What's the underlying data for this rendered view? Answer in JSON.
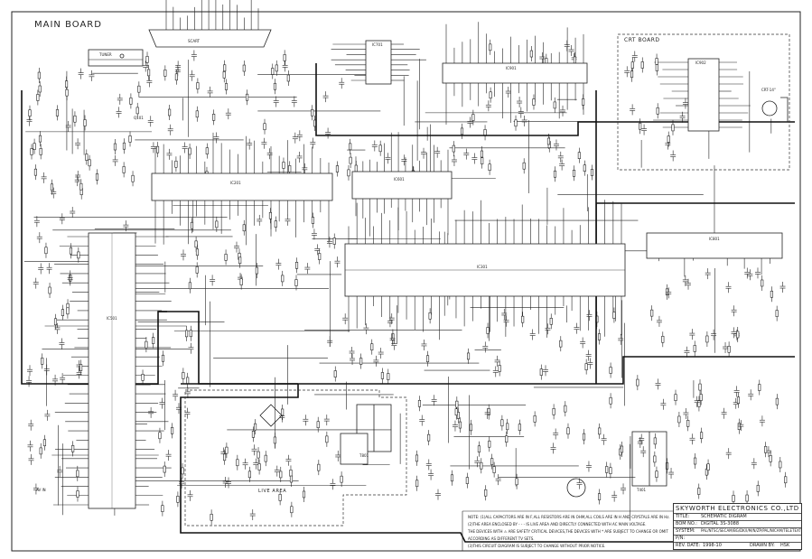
{
  "sheet": {
    "main_board_label": "MAIN BOARD",
    "crt_board_label": "CRT BOARD",
    "live_area_label": "LIVE AREA",
    "crt_label": "CRT-14\""
  },
  "components": {
    "tuner": "TUNER",
    "ic201": "IC201",
    "ic301": "IC301",
    "ic501": "IC501",
    "ic601": "IC601",
    "ic701": "IC701",
    "ic801": "IC801",
    "ic901": "IC901",
    "ic902": "IC902",
    "q101": "Q101",
    "t801": "T801",
    "t401": "T401",
    "scart": "SCART",
    "av_in": "AV IN"
  },
  "notes": [
    "NOTE: (1)ALL CAPACITORS ARE IN F,ALL RESISTORS ARE IN OHM,ALL COILS ARE IN H AND CRYSTALS ARE IN Hz.",
    "(2)THE AREA ENCLOSED BY - - - IS LIVE AREA AND DIRECTLY CONNECTED WITH AC MAIN VOLTAGE.",
    "THE DEVICES WITH ⚠ ARE SAFETY CRITICAL DEVICES,THE DEVICES WITH * ARE SUBJECT TO CHANGE OR OMIT",
    "ACCORDING AS DIFFERENT TV SETS.",
    "(3)THIS CIRCUIT DIAGRAM IS SUBJECT TO CHANGE WITHOUT PRIOR NOTICE."
  ],
  "title_block": {
    "company": "SKYWORTH ELECTRONICS CO.,LTD",
    "title_label": "TITLE:",
    "title_value": "SCHEMATIC DIGRAM",
    "bom_label": "BOM NO.:",
    "bom_value": "DIGITAL 3S-3088",
    "system_label": "SYSTEM:",
    "system_value": "PAL/NTSC/SECAM/BG/DK/I/M/N/ZP/PAL/NICAM/TELETEXT",
    "pn_label": "P/N:",
    "pn_value": "",
    "rev_label": "REV. DATE:",
    "rev_value": "1998-10",
    "drawn_label": "DRAWN BY:",
    "drawn_value": "HSK"
  }
}
